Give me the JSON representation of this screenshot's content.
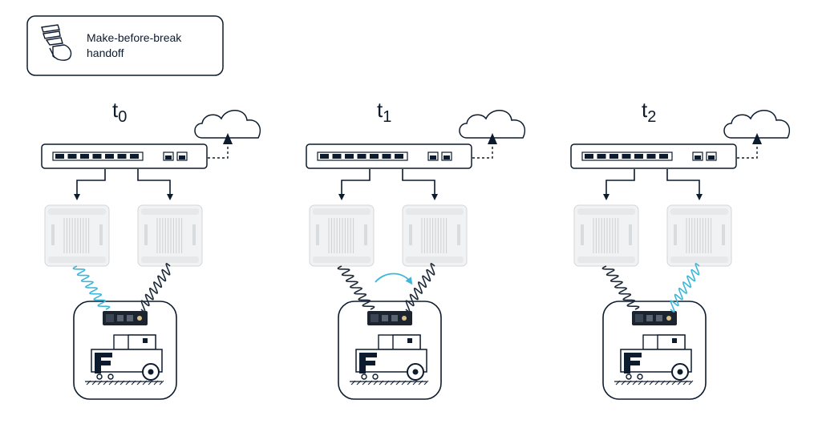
{
  "legend": {
    "icon": "running-foot-icon",
    "line1": "Make-before-break",
    "line2": "handoff"
  },
  "stages": [
    {
      "label": "t",
      "subscript": "0",
      "active_link": "left",
      "switching": false
    },
    {
      "label": "t",
      "subscript": "1",
      "active_link": "none",
      "switching": true
    },
    {
      "label": "t",
      "subscript": "2",
      "active_link": "right",
      "switching": false
    }
  ],
  "colors": {
    "ink": "#0d1b2e",
    "active_link": "#3fb6d9",
    "idle_link": "#1f2a38",
    "radio_body": "#f1f2f3"
  },
  "icons": {
    "cloud": "cloud-icon",
    "switch": "network-switch-icon",
    "radio": "access-point-radio-icon",
    "vehicle": "agv-vehicle-icon",
    "modem": "vehicle-modem-icon"
  }
}
